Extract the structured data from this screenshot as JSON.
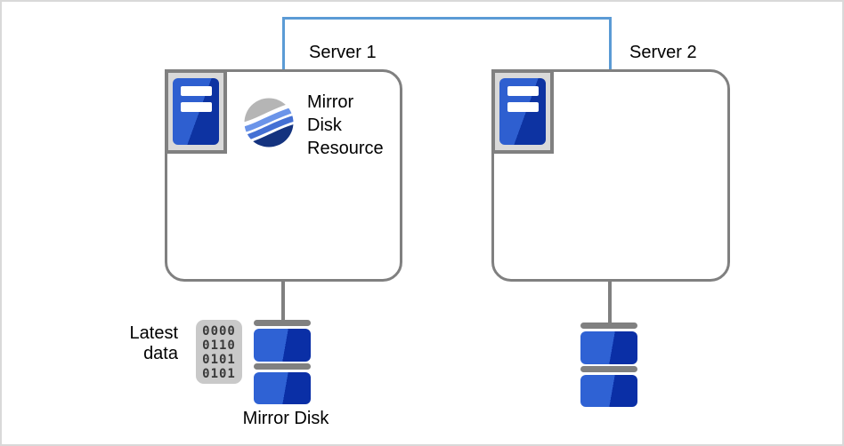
{
  "servers": [
    {
      "label": "Server 1"
    },
    {
      "label": "Server 2"
    }
  ],
  "mirror_resource": {
    "lines": [
      "Mirror",
      "Disk",
      "Resource"
    ]
  },
  "latest_data": {
    "lines": [
      "Latest",
      "data"
    ]
  },
  "binary_pad": {
    "rows": [
      "0000",
      "0110",
      "0101",
      "0101"
    ]
  },
  "mirror_disk_label": "Mirror Disk",
  "colors": {
    "link_blue": "#5B9BD5",
    "outline_gray": "#808080",
    "frame_fill": "#D9D9D9",
    "disk_blue_light": "#2F62D4",
    "disk_blue_dark": "#0A2FA6",
    "tower_blue_light": "#2E5FD0",
    "tower_blue_dark": "#0D33A2",
    "pad_gray": "#C9C9C9",
    "digit_gray": "#3A3A3A",
    "globe_gray": "#B5B5B5",
    "globe_blue1": "#6B94E9",
    "globe_blue2": "#4470D4",
    "globe_navy": "#14337F",
    "border_gray": "#D9D9D9"
  }
}
